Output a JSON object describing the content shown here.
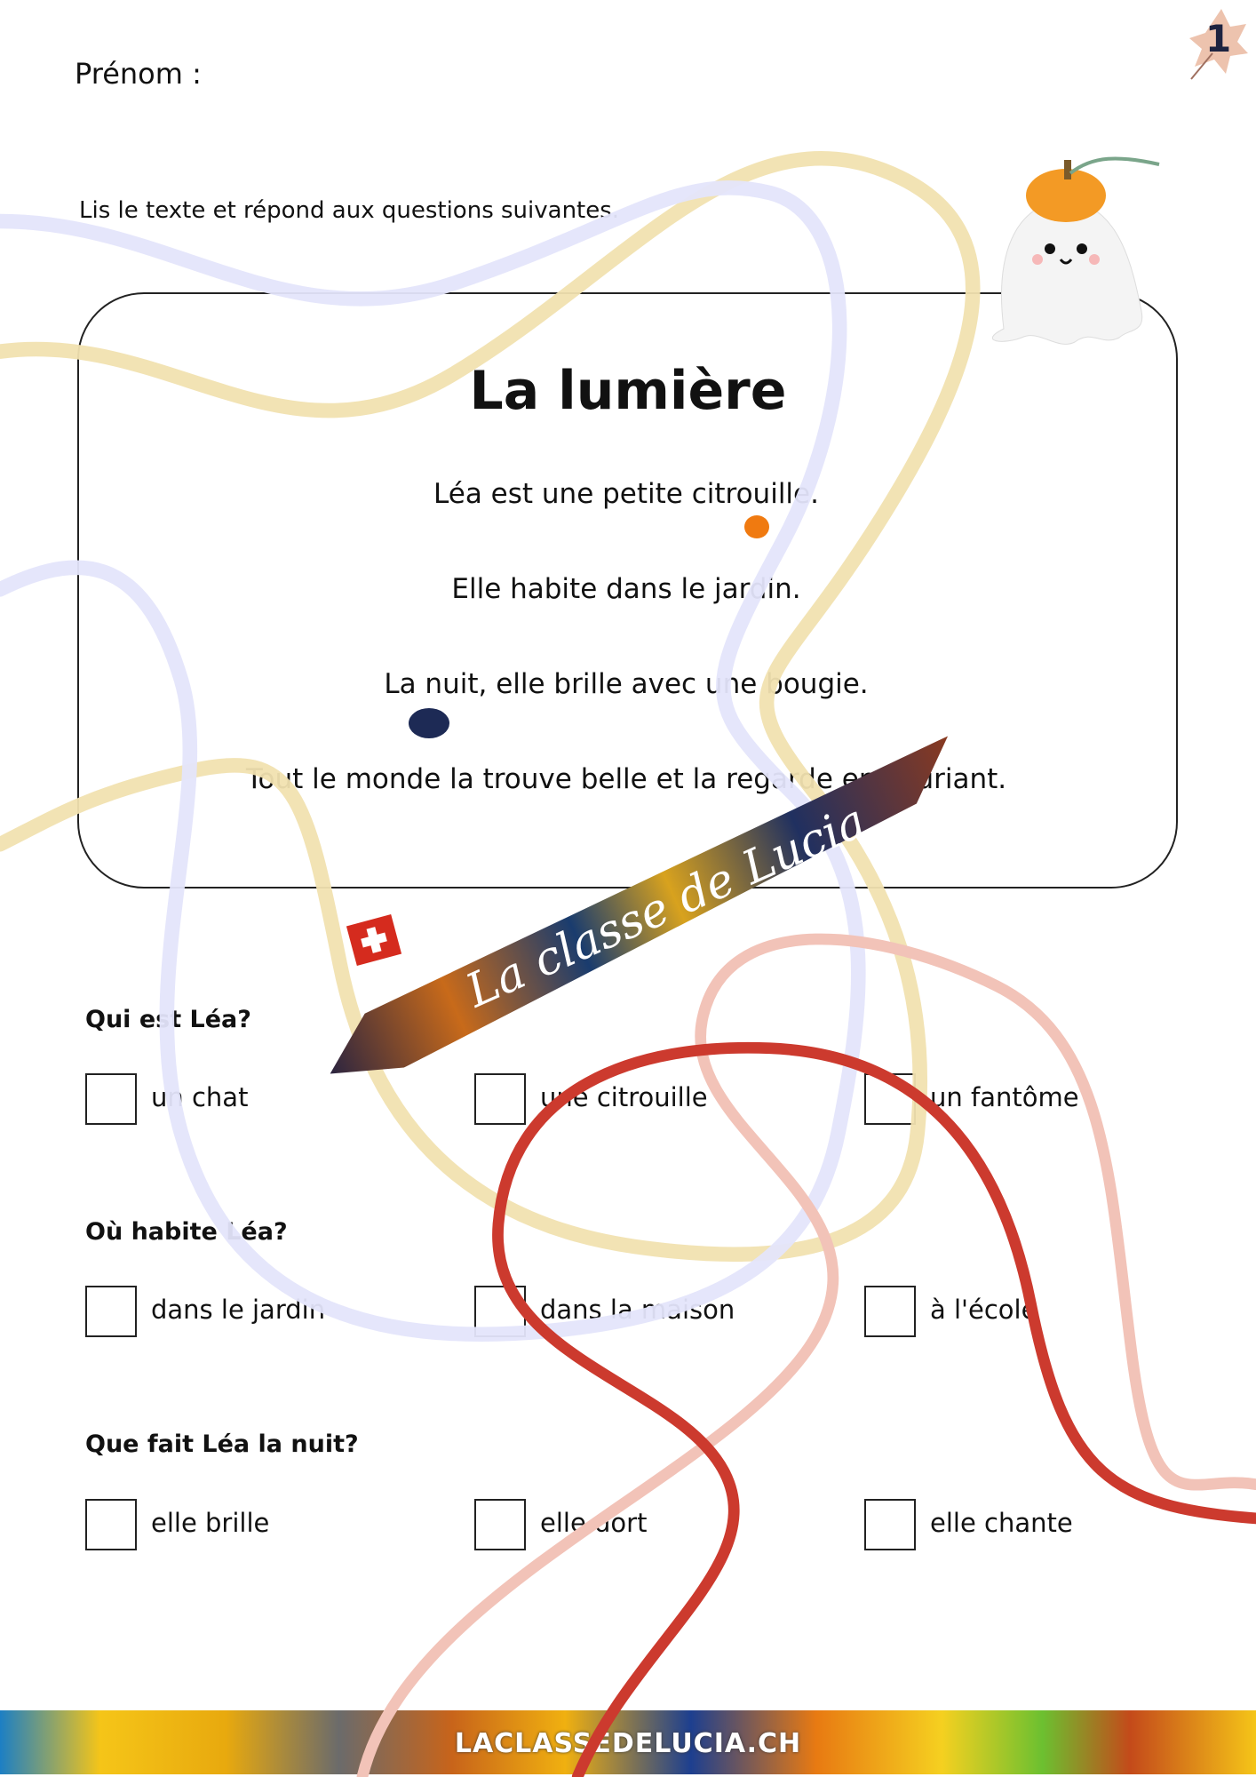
{
  "header": {
    "name_label": "Prénom :",
    "page_number": "1",
    "instruction": "Lis le texte et répond aux questions suivantes."
  },
  "story": {
    "title": "La lumière",
    "lines": [
      "Léa est une petite citrouille.",
      "Elle habite dans le jardin.",
      "La nuit, elle brille avec une bougie.",
      "Tout le monde la trouve belle et la regarde en souriant."
    ]
  },
  "questions": [
    {
      "question": "Qui est Léa?",
      "options": [
        "un chat",
        "une citrouille",
        "un fantôme"
      ]
    },
    {
      "question": "Où habite Léa?",
      "options": [
        "dans le jardin",
        "dans la maison",
        "à l'école"
      ]
    },
    {
      "question": "Que fait Léa la nuit?",
      "options": [
        "elle brille",
        "elle dort",
        "elle chante"
      ]
    }
  ],
  "watermark": {
    "text": "La classe de Lucia"
  },
  "footer": {
    "text": "LACLASSEDELUCIA.CH"
  },
  "colors": {
    "yellow": "#f1e2b0",
    "lavender": "#e4e5fb",
    "pink": "#f2c3b8",
    "red": "#cc3a2e"
  }
}
